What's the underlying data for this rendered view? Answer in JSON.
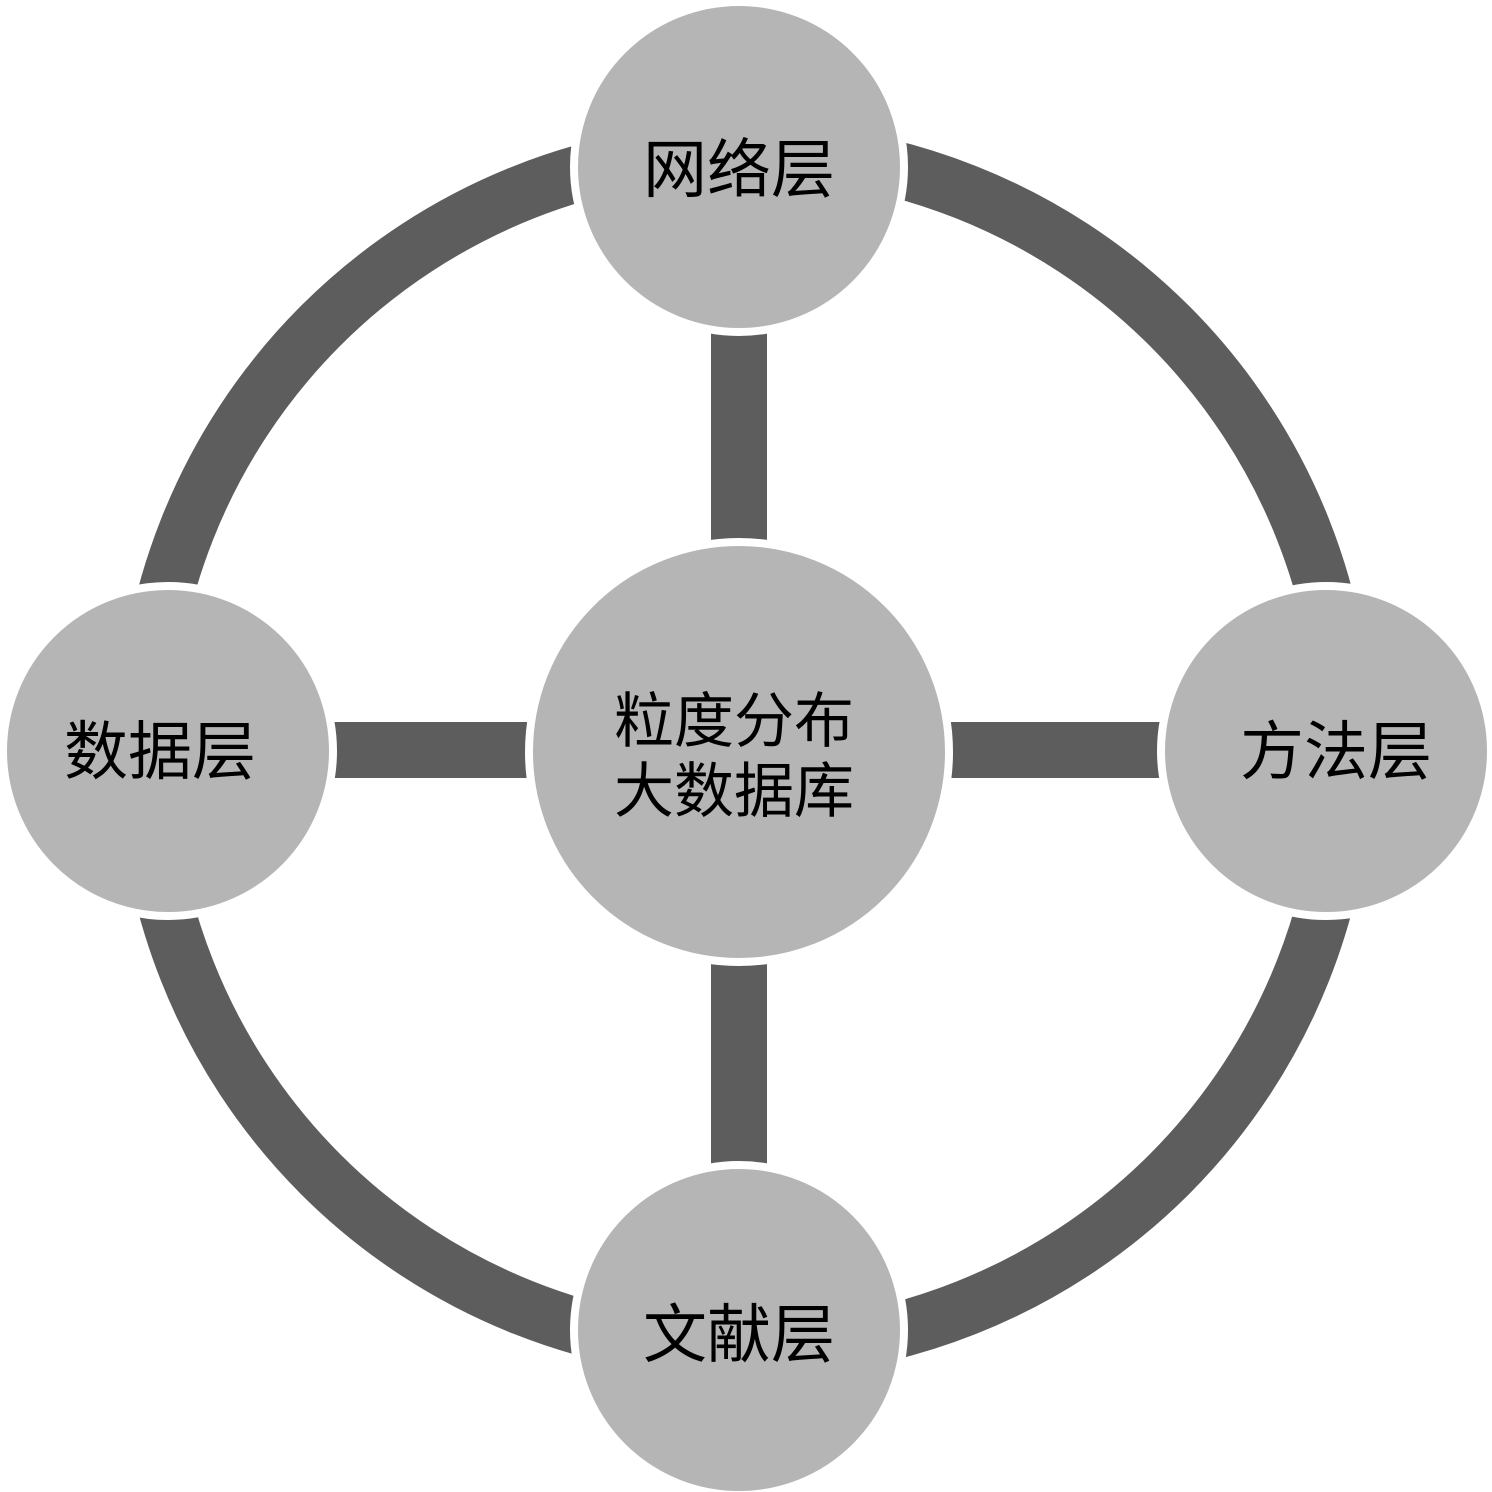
{
  "colors": {
    "ring": "#5d5d5d",
    "spoke": "#5d5d5d",
    "node_fill": "#b5b5b5",
    "node_outline": "#ffffff",
    "background": "#ffffff"
  },
  "center": {
    "line1": "粒度分布",
    "line2": "大数据库"
  },
  "nodes": {
    "top": {
      "label": "网络层"
    },
    "right": {
      "label": "方法层"
    },
    "bottom": {
      "label": "文献层"
    },
    "left": {
      "label": "数据层"
    }
  }
}
